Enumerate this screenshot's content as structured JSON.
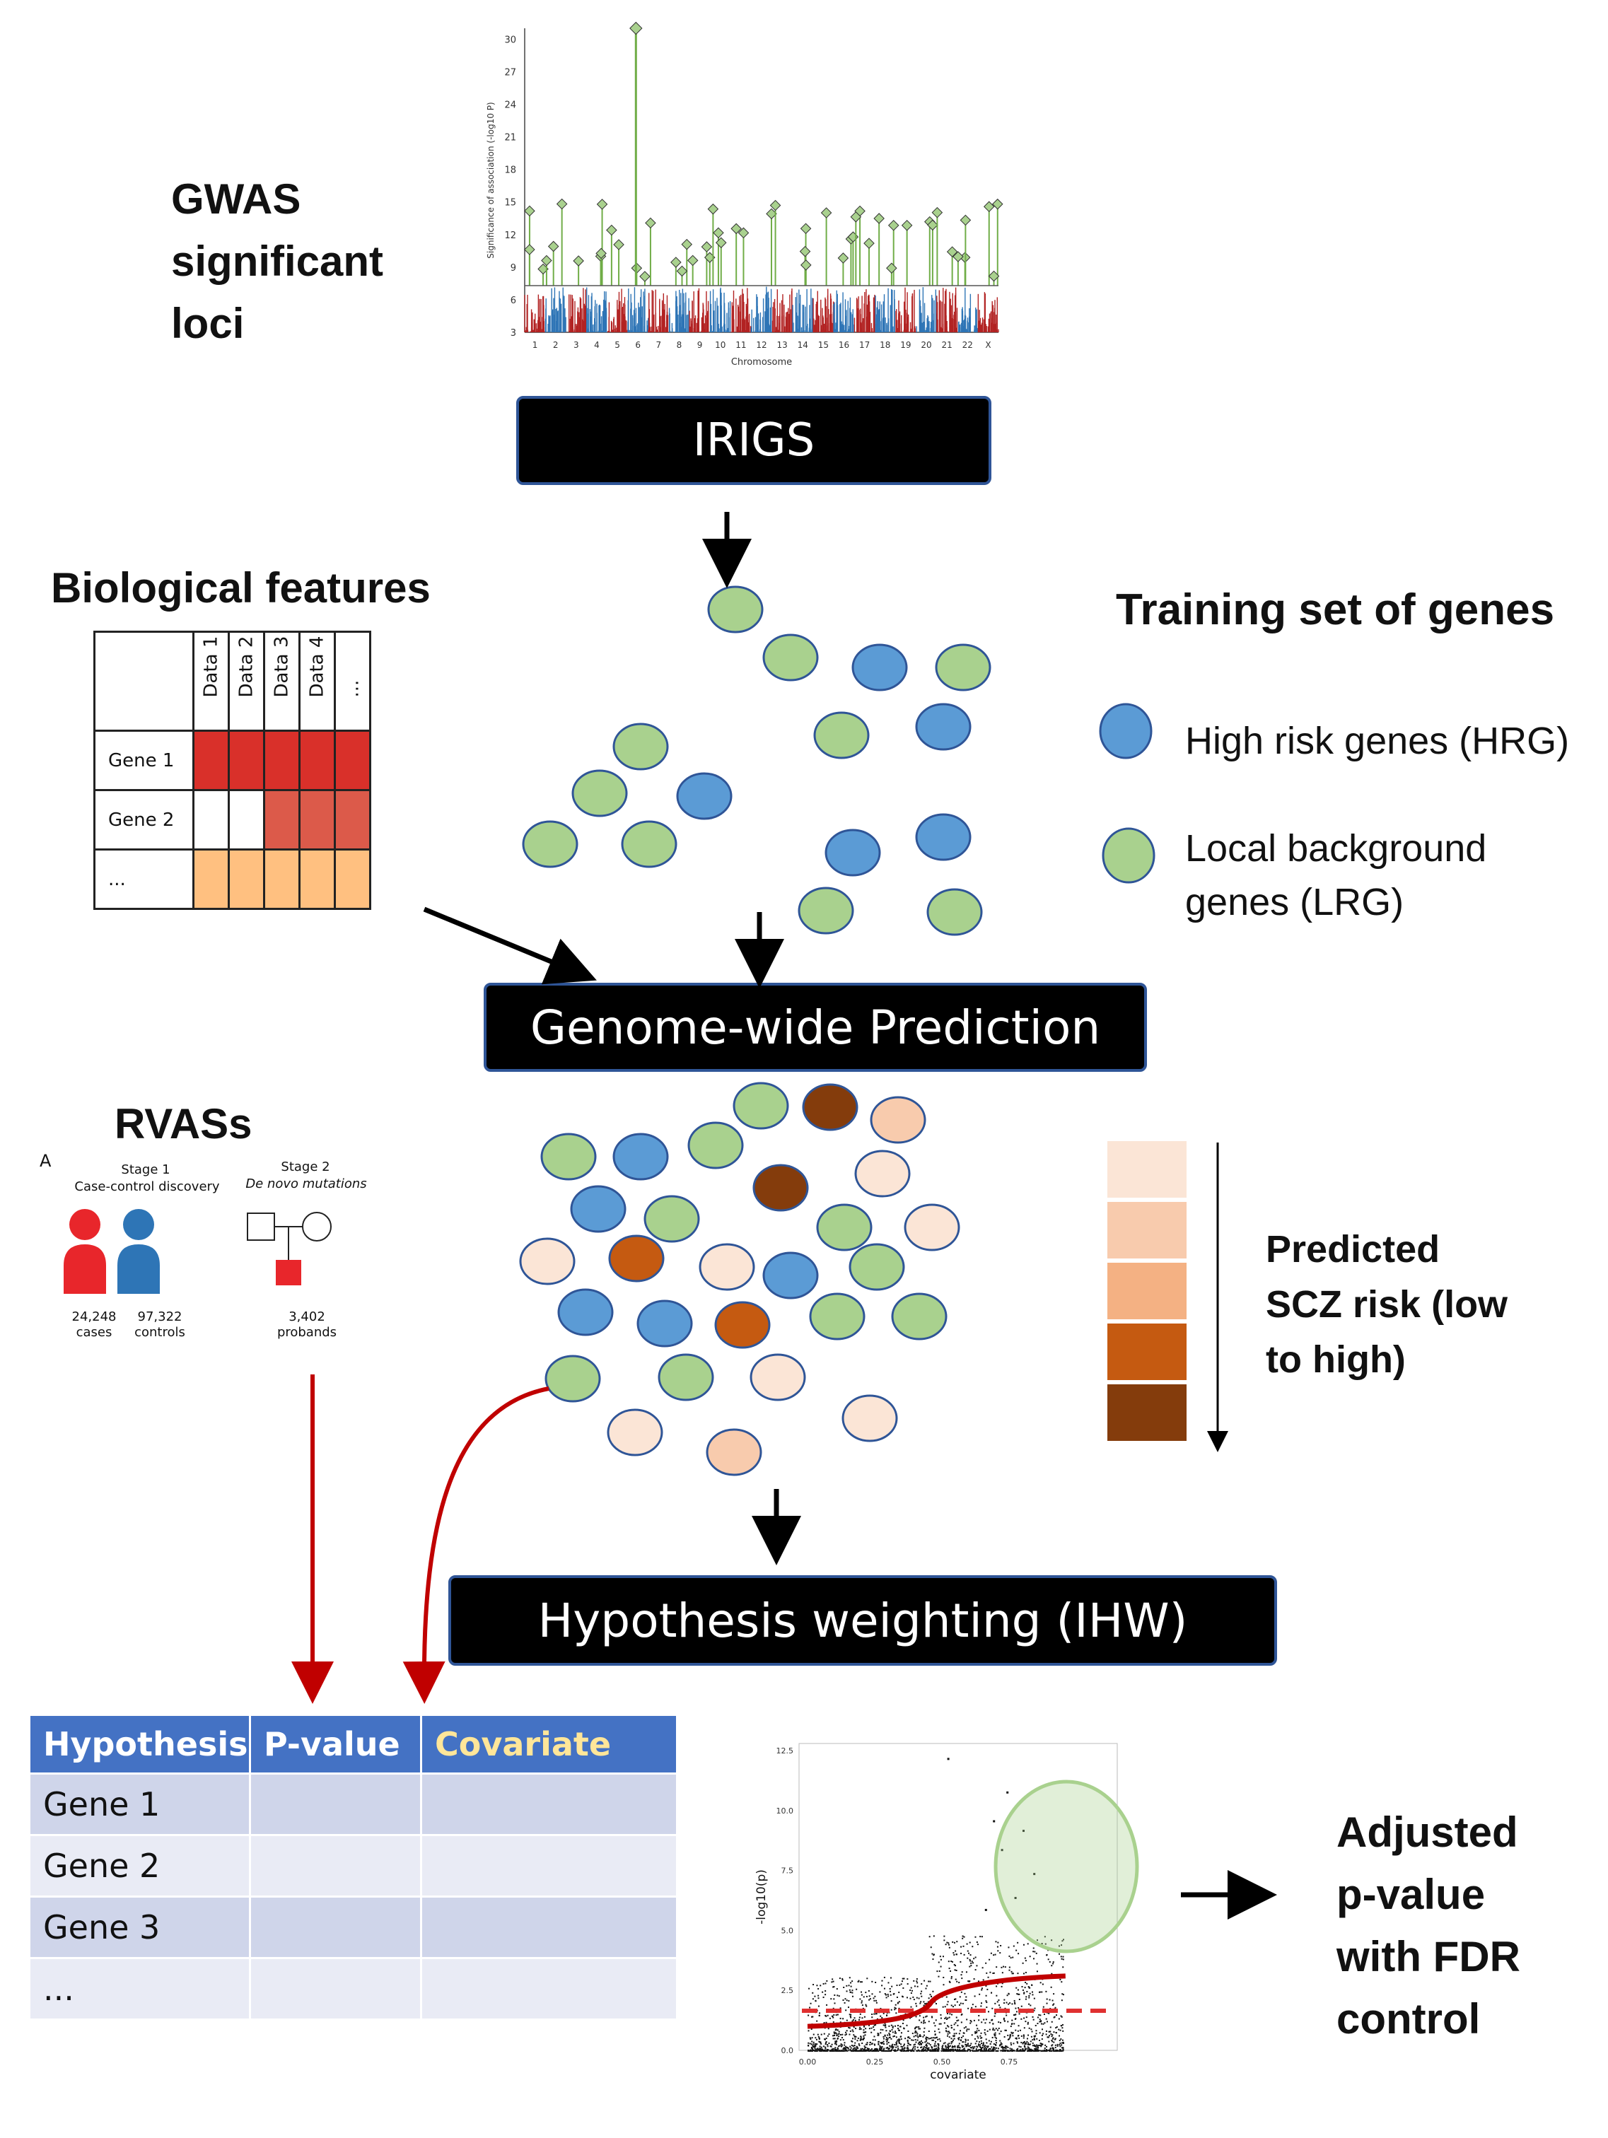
{
  "gwas": {
    "title_lines": [
      "GWAS",
      "significant",
      "loci"
    ],
    "ylabel": "Significance of association (-log10 P)",
    "xlabel": "Chromosome",
    "yticks": [
      "3",
      "6",
      "9",
      "12",
      "15",
      "18",
      "21",
      "24",
      "27",
      "30"
    ],
    "chrom_ticks": [
      "1",
      "2",
      "3",
      "4",
      "5",
      "6",
      "7",
      "8",
      "9",
      "10",
      "11",
      "12",
      "13",
      "14",
      "15",
      "16",
      "17",
      "18",
      "19",
      "20",
      "21",
      "22",
      "X"
    ]
  },
  "irigs_label": "IRIGS",
  "bio": {
    "title": "Biological features",
    "columns": [
      "Data 1",
      "Data 2",
      "Data 3",
      "Data 4",
      "..."
    ],
    "rows": [
      "Gene 1",
      "Gene 2",
      "..."
    ]
  },
  "training": {
    "title": "Training set of genes",
    "hrg": "High risk genes (HRG)",
    "lrg_lines": [
      "Local background",
      "genes (LRG)"
    ]
  },
  "prediction_label": "Genome-wide Prediction",
  "rvas": {
    "title": "RVASs",
    "panel_letter": "A",
    "stage1_title": "Stage 1",
    "stage1_sub": "Case-control discovery",
    "stage2_title": "Stage 2",
    "stage2_sub": "De novo mutations",
    "cases_n": "24,248",
    "cases_label": "cases",
    "controls_n": "97,322",
    "controls_label": "controls",
    "probands_n": "3,402",
    "probands_label": "probands"
  },
  "risk_legend": {
    "lines": [
      "Predicted",
      "SCZ risk (low",
      "to high)"
    ],
    "colors": [
      "#fbe5d6",
      "#f8cbad",
      "#f4b183",
      "#c55a11",
      "#843c0c"
    ]
  },
  "ihw_label": "Hypothesis weighting (IHW)",
  "hyp_table": {
    "headers": [
      "Hypothesis",
      "P-value",
      "Covariate"
    ],
    "rows": [
      "Gene 1",
      "Gene 2",
      "Gene 3",
      "..."
    ]
  },
  "ihw_plot": {
    "xlabel": "covariate",
    "ylabel": "-log10(p)",
    "xticks": [
      "0.00",
      "0.25",
      "0.50",
      "0.75"
    ],
    "yticks": [
      "0.0",
      "2.5",
      "5.0",
      "7.5",
      "10.0",
      "12.5"
    ]
  },
  "adjusted_lines": [
    "Adjusted",
    "p-value",
    "with FDR",
    "control"
  ],
  "colors": {
    "hrg_blue": "#5b9bd5",
    "lrg_green": "#a9d18e",
    "node_outline": "#2f5597",
    "arrow_red": "#c00000",
    "table_header": "#4472c4",
    "covariate_text": "#ffe699",
    "table_row_dark": "#cfd5ea",
    "table_row_light": "#e9ebf5",
    "matrix_red": "#d9302a",
    "matrix_red_light": "#dc5a4a",
    "matrix_orange": "#ffc080"
  }
}
